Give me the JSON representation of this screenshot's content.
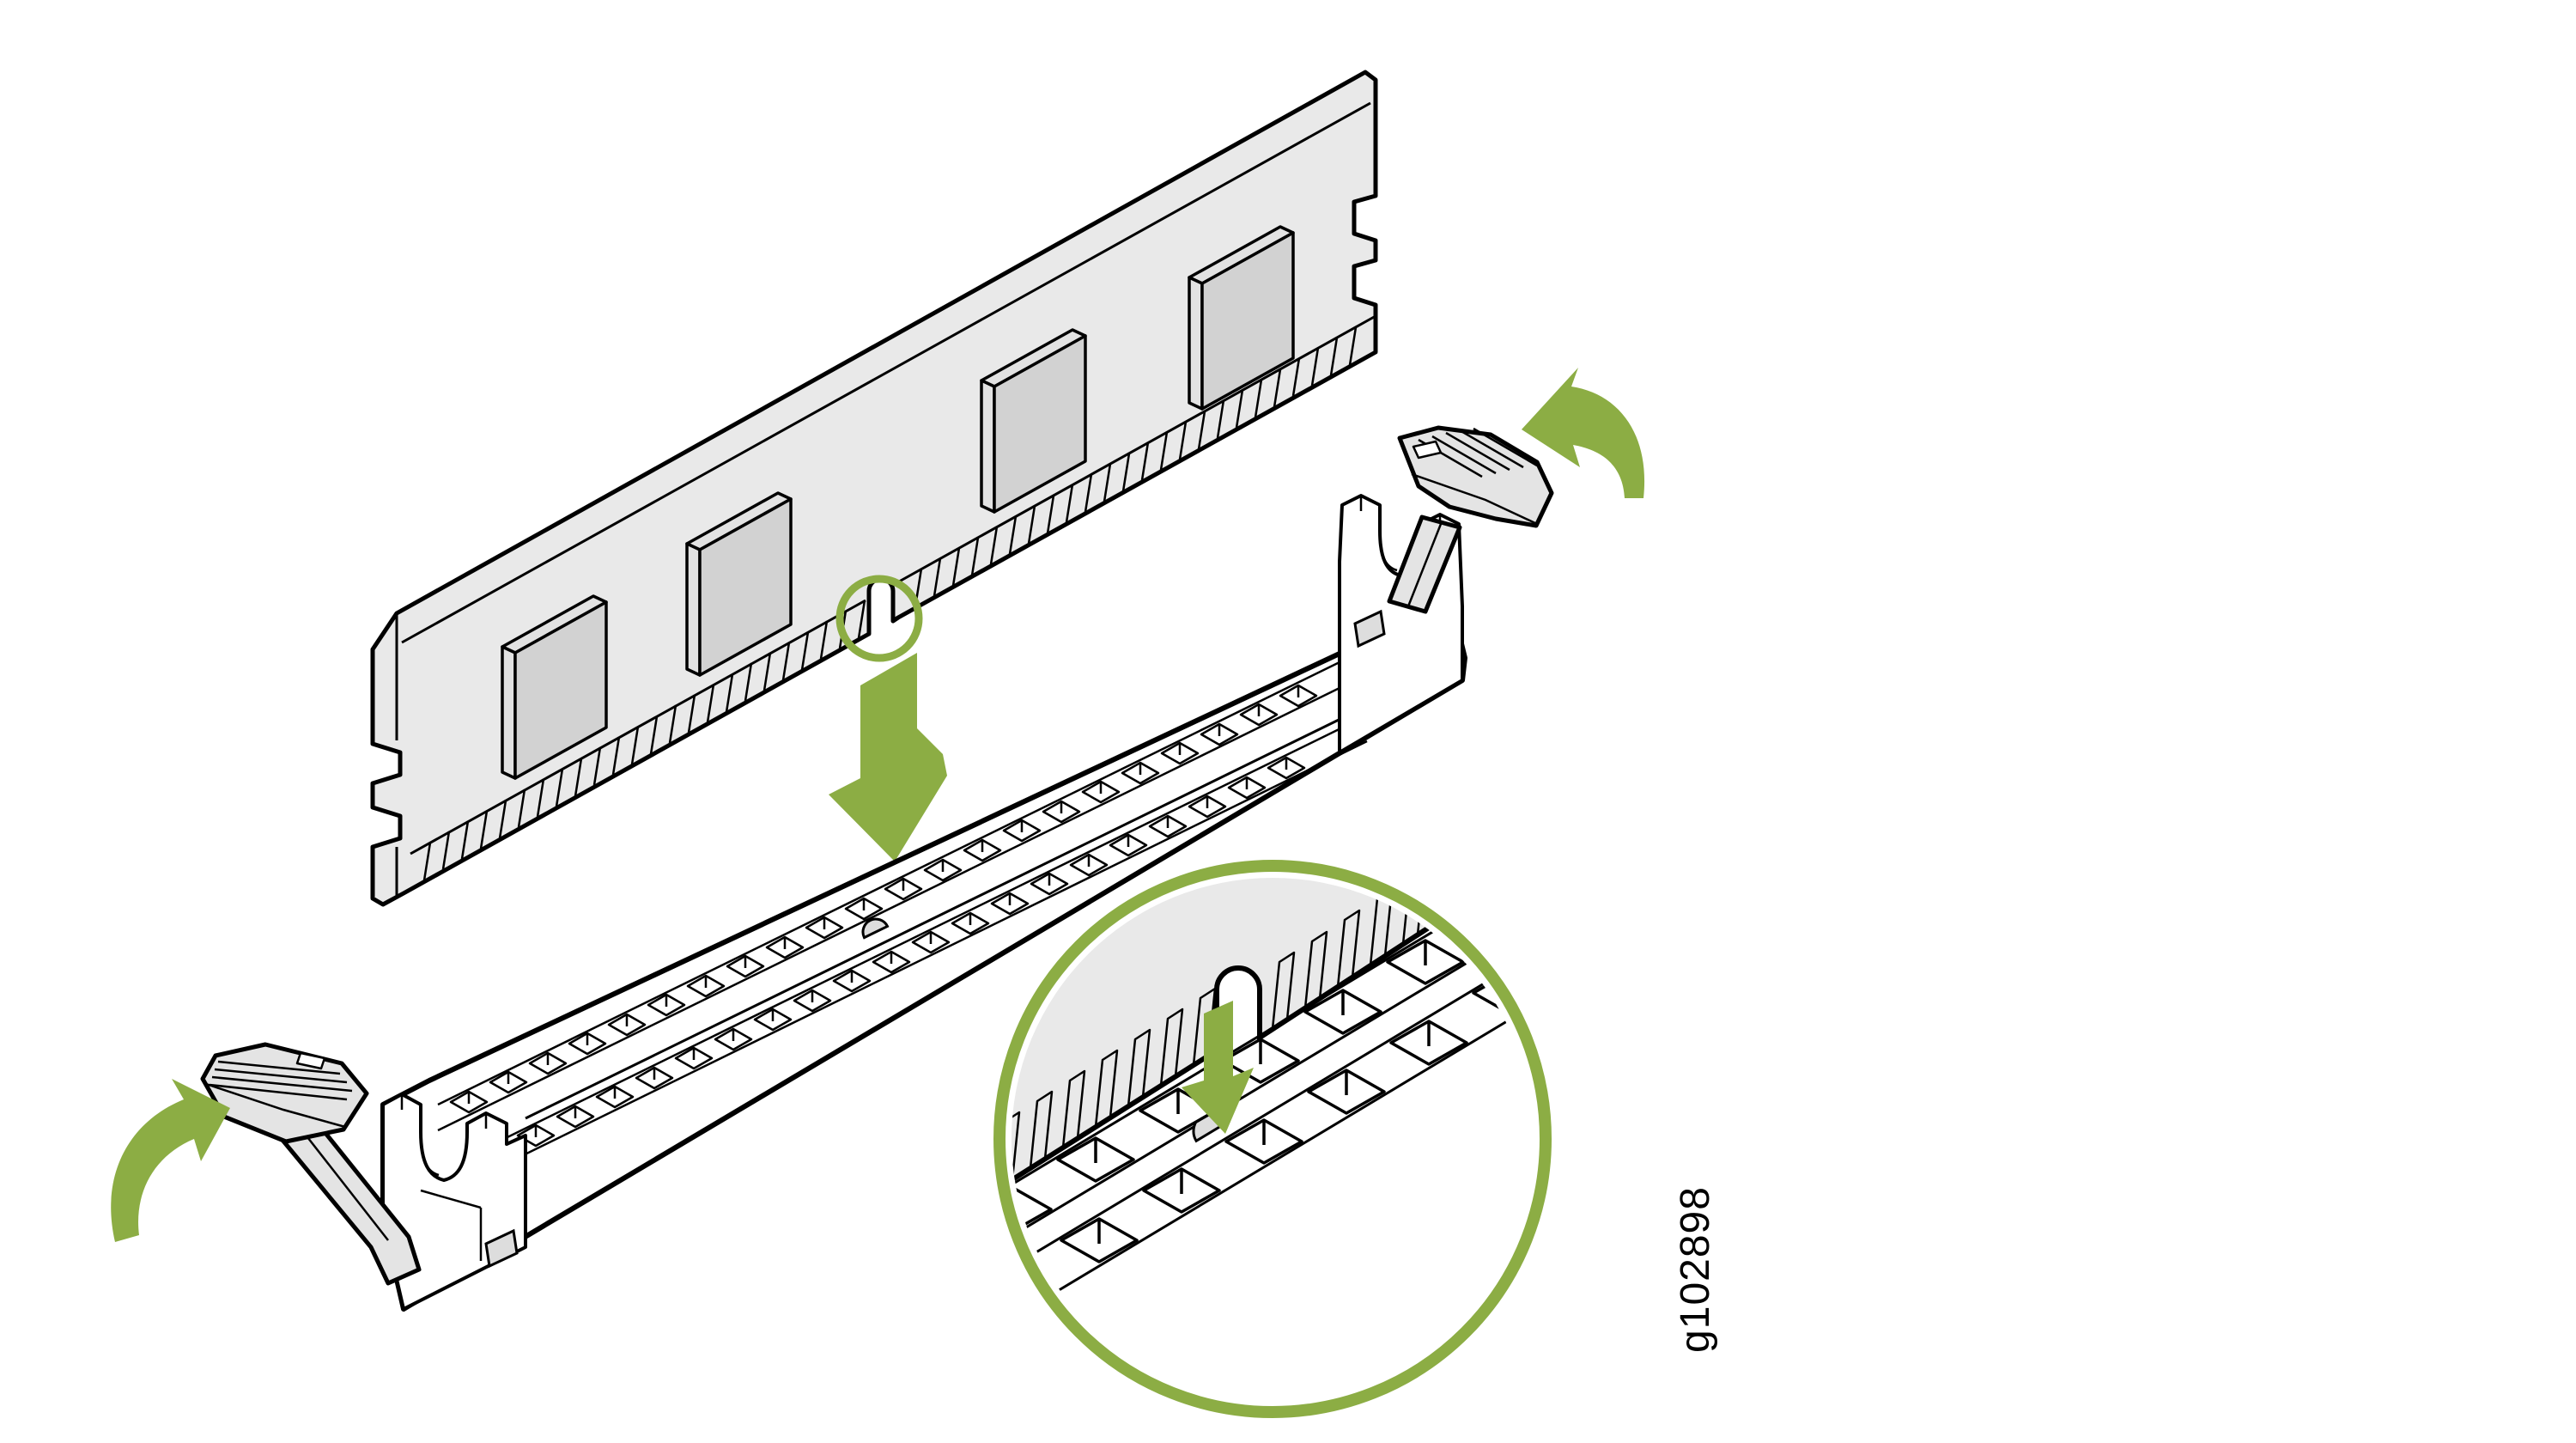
{
  "figure": {
    "id_label": "g102898"
  },
  "colors": {
    "accent_green": "#8CAD44",
    "outline_black": "#000000",
    "module_gray": "#E9E9E9",
    "chip_gray": "#D2D2D2",
    "latch_gray": "#E4E4E4",
    "key_bump_gray": "#DDDDDD",
    "background_white": "#FFFFFF"
  },
  "icons": {
    "insertion_arrow": "stepped-down-arrow",
    "latch_rotation_arrow_left": "curved-arrow-up-right",
    "latch_rotation_arrow_right": "curved-arrow-up-left",
    "alignment_notch_highlight": "circle-outline",
    "detail_inset": "magnifier-circle"
  }
}
